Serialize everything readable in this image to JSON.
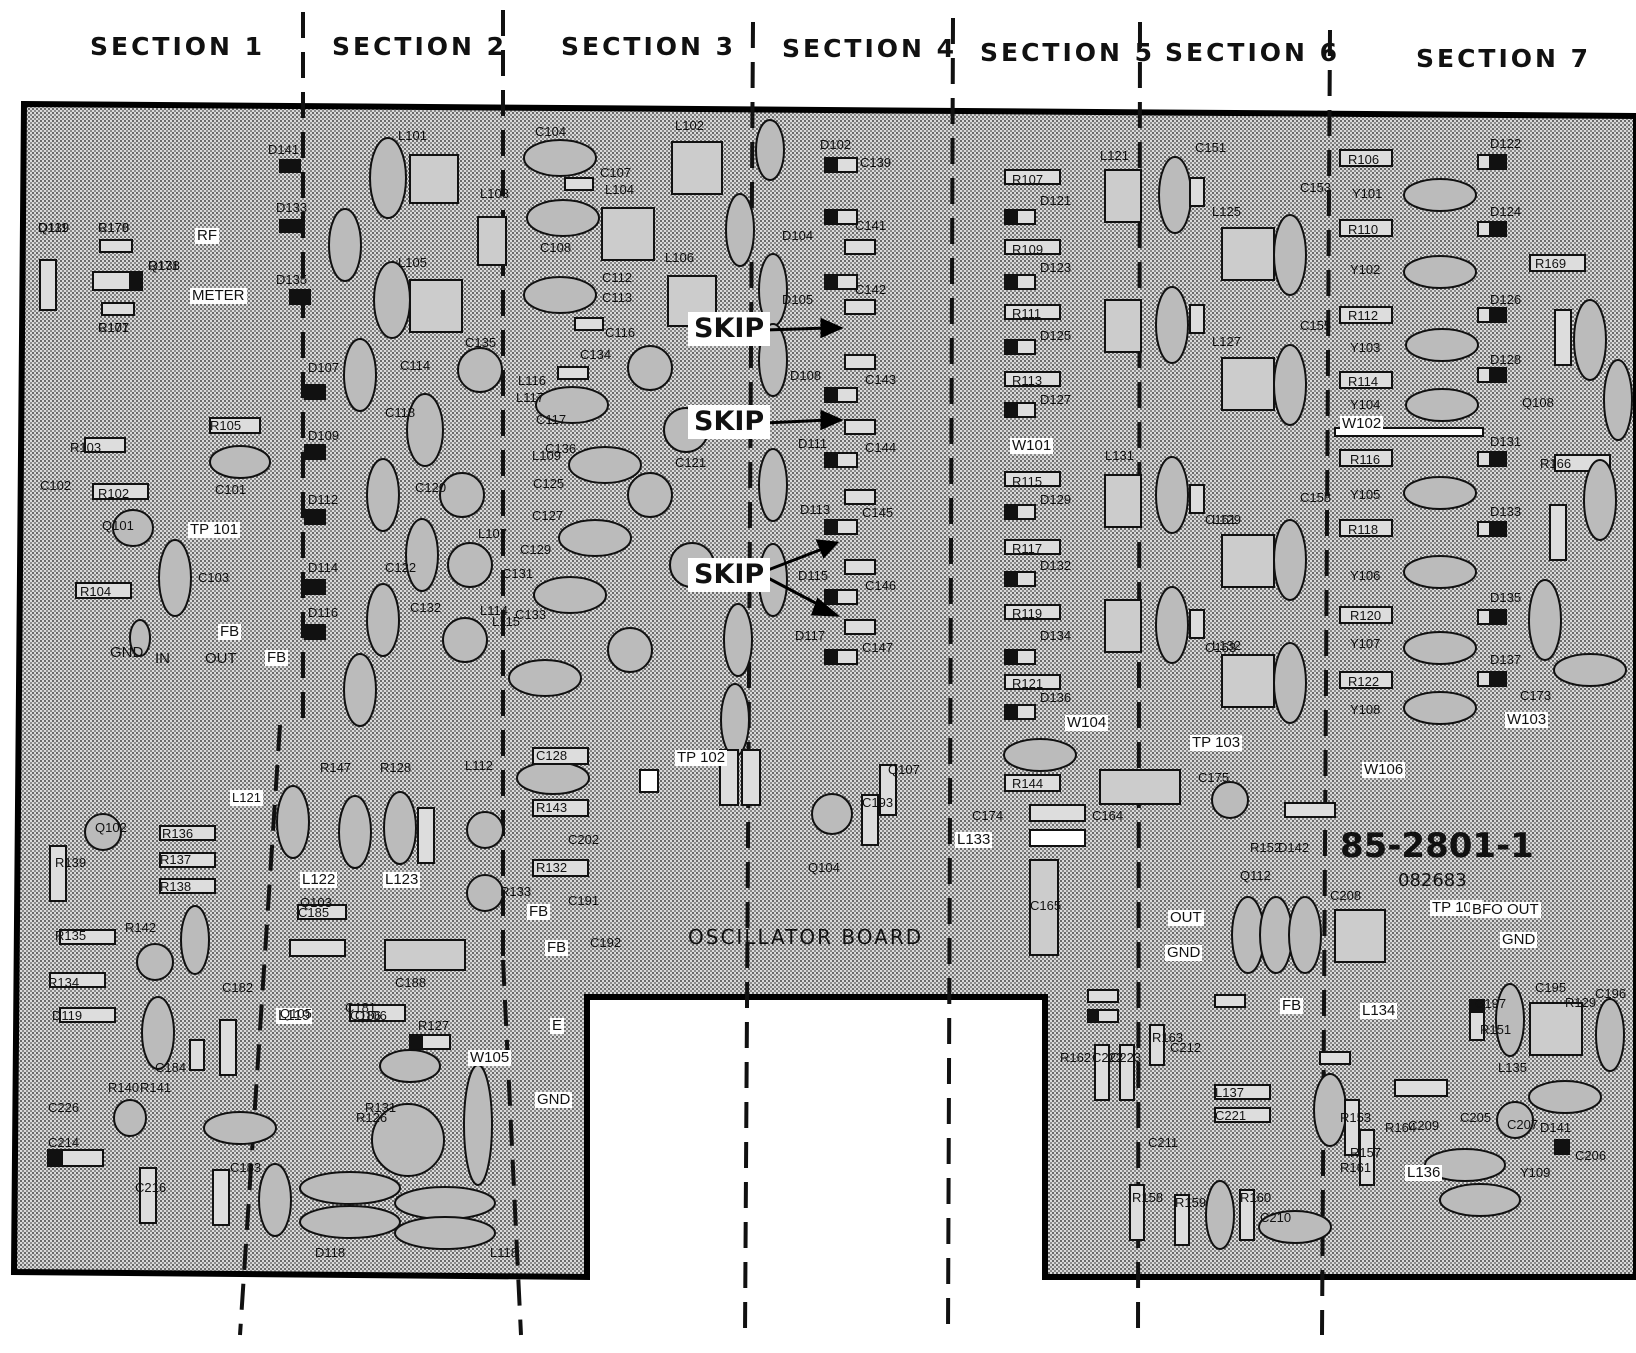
{
  "sections": [
    "SECTION 1",
    "SECTION 2",
    "SECTION 3",
    "SECTION 4",
    "SECTION 5",
    "SECTION 6",
    "SECTION 7"
  ],
  "skip_labels": [
    "SKIP",
    "SKIP",
    "SKIP"
  ],
  "board": {
    "part_number": "85-2801-1",
    "date_code": "082683",
    "title": "OSCILLATOR BOARD"
  },
  "white_labels": [
    "RF",
    "METER",
    "TP 101",
    "FB",
    "FB",
    "GND",
    "IN",
    "OUT",
    "L121",
    "L122",
    "L123",
    "L119",
    "W105",
    "E",
    "GND",
    "FB",
    "FB",
    "TP 102",
    "W101",
    "W102",
    "W103",
    "W104",
    "W106",
    "L133",
    "TP 103",
    "TP 104",
    "BFO OUT",
    "GND",
    "OUT",
    "GND",
    "FB",
    "L134",
    "L136"
  ],
  "component_labels": [
    "D139",
    "C178",
    "Q138",
    "C177",
    "D141",
    "D133",
    "D135",
    "L101",
    "L105",
    "C104",
    "L102",
    "C107",
    "L104",
    "L103",
    "C108",
    "C112",
    "C113",
    "L106",
    "C116",
    "D102",
    "C139",
    "D104",
    "C141",
    "D105",
    "C142",
    "D108",
    "C143",
    "D111",
    "C144",
    "D113",
    "C145",
    "D115",
    "C146",
    "D117",
    "C147",
    "R107",
    "D121",
    "R109",
    "D123",
    "R111",
    "D125",
    "R113",
    "D127",
    "R115",
    "D129",
    "R117",
    "D132",
    "R119",
    "D134",
    "R121",
    "D136",
    "R144",
    "C174",
    "L121",
    "C151",
    "L125",
    "C153",
    "L127",
    "C155",
    "L129",
    "C158",
    "L131",
    "C161",
    "L132",
    "C163",
    "R106",
    "D122",
    "Y101",
    "R110",
    "D124",
    "R169",
    "Y102",
    "R112",
    "D126",
    "Y103",
    "D128",
    "R114",
    "Q108",
    "Y104",
    "D131",
    "R116",
    "R166",
    "Y105",
    "R118",
    "D133",
    "Y106",
    "R120",
    "D135",
    "Y107",
    "R122",
    "D137",
    "Y108",
    "C173",
    "R105",
    "R103",
    "C102",
    "R102",
    "C101",
    "Q101",
    "R104",
    "C103",
    "D107",
    "D109",
    "D112",
    "D114",
    "D116",
    "C114",
    "C118",
    "C120",
    "C122",
    "C132",
    "C135",
    "L107",
    "L114",
    "L115",
    "L116",
    "L117",
    "C117",
    "L109",
    "C125",
    "C127",
    "C129",
    "C131",
    "C133",
    "C134",
    "C136",
    "C121",
    "C128",
    "L112",
    "R143",
    "C202",
    "R132",
    "C191",
    "R133",
    "C192",
    "Q104",
    "C193",
    "Q107",
    "R147",
    "R128",
    "R129",
    "C195",
    "C196",
    "C197",
    "R151",
    "L135",
    "Y109",
    "D141",
    "C205",
    "C206",
    "C207",
    "C208",
    "D142",
    "R152",
    "Q112",
    "L137",
    "C221",
    "C222",
    "C223",
    "R153",
    "R157",
    "R158",
    "R159",
    "R160",
    "R161",
    "R162",
    "R163",
    "R164",
    "C209",
    "C210",
    "C211",
    "C212",
    "C214",
    "C216",
    "C226",
    "D119",
    "R134",
    "R135",
    "R136",
    "R137",
    "R138",
    "R139",
    "R140",
    "R141",
    "R142",
    "Q102",
    "Q103",
    "Q105",
    "Q106",
    "C181",
    "C182",
    "C183",
    "C184",
    "C185",
    "C186",
    "C188",
    "R127",
    "R126",
    "R131",
    "D118",
    "L118",
    "C175",
    "C164",
    "C165",
    "Q111",
    "R170",
    "R171",
    "R101"
  ]
}
